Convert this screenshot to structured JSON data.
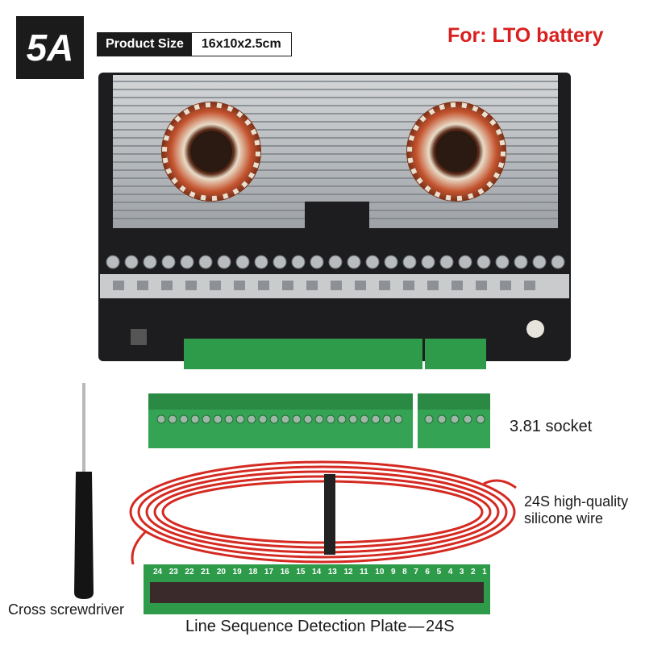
{
  "badge": "5A",
  "product_size": {
    "label": "Product Size",
    "value": "16x10x2.5cm"
  },
  "for_label": "For: LTO battery",
  "captions": {
    "socket": "3.81 socket",
    "wire_line1": "24S high-quality",
    "wire_line2": "silicone wire",
    "screwdriver": "Cross screwdriver",
    "detection_plate": "Line Sequence Detection Plate — 24S"
  },
  "plate_numbers": [
    "24",
    "23",
    "22",
    "21",
    "20",
    "19",
    "18",
    "17",
    "16",
    "15",
    "14",
    "13",
    "12",
    "11",
    "10",
    "9",
    "8",
    "7",
    "6",
    "5",
    "4",
    "3",
    "2",
    "1"
  ],
  "colors": {
    "accent_red": "#d9201f",
    "badge_bg": "#1b1b1b",
    "pcb_green": "#2e9b4a",
    "wire_red": "#d42a22"
  }
}
